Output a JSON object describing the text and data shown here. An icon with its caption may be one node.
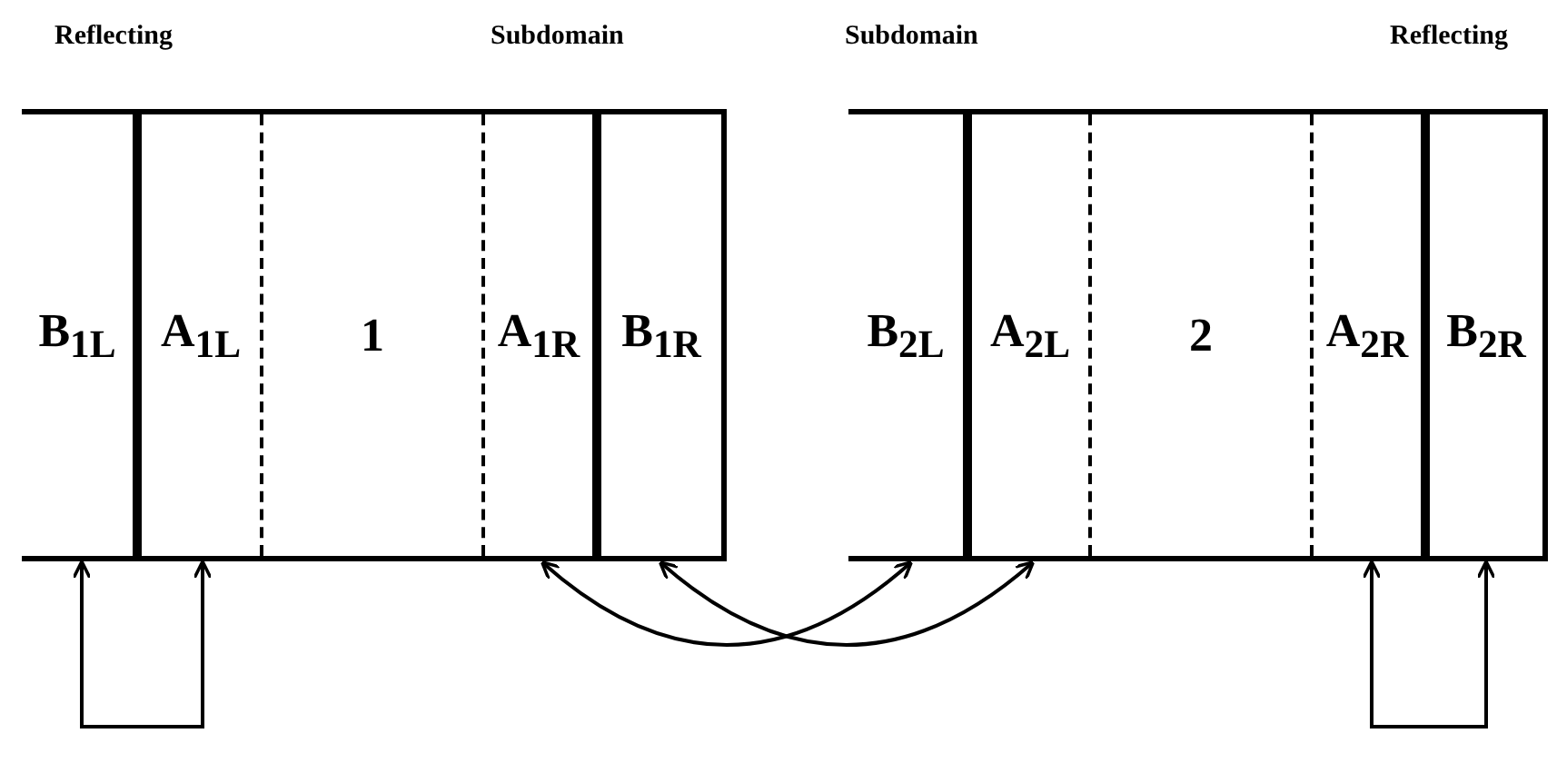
{
  "diagram": {
    "nodes": [
      {
        "text": [],
        "shape": "box"
      },
      {
        "text": [
          "B$_{1L}$"
        ],
        "in": 0
      },
      {
        "text": [
          "A$_{1L}$"
        ],
        "in": 0
      },
      {
        "text": [
          "1"
        ],
        "in": 0
      },
      {
        "text": [
          "A$_{1R}$"
        ],
        "in": 0
      },
      {
        "text": [
          "B$_{1R}$"
        ],
        "in": 0
      },
      {
        "text": [],
        "shape": "box"
      },
      {
        "text": [
          "B$_{2L}$"
        ],
        "in": 6
      },
      {
        "text": [
          "A$_{2L}$"
        ],
        "in": 6
      },
      {
        "text": [
          "2"
        ],
        "in": 6
      },
      {
        "text": [
          "A$_{2R}$"
        ],
        "in": 6
      },
      {
        "text": [
          "B$_{2R}$"
        ],
        "in": 6
      }
    ],
    "edges": [
      {
        "from": 1,
        "to": 2,
        "arrow": "both"
      },
      {
        "from": 4,
        "to": 7,
        "arrow": "both"
      },
      {
        "from": 5,
        "to": 8,
        "arrow": "both"
      },
      {
        "from": 10,
        "to": 11,
        "arrow": "both"
      }
    ],
    "labels": [
      "Reflecting",
      "Subdomain",
      "Subdomain",
      "Reflecting"
    ]
  }
}
